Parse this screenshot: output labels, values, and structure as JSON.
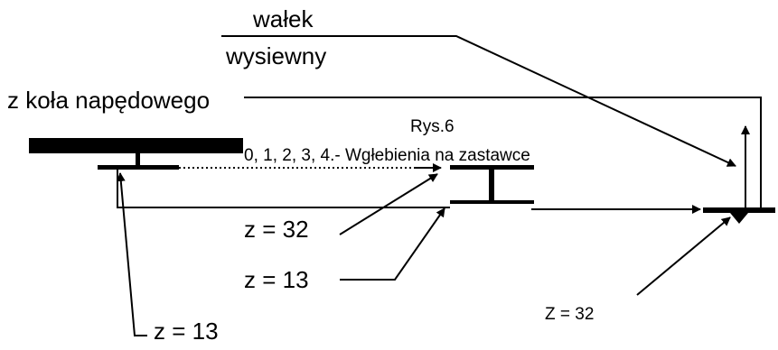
{
  "diagram": {
    "labels": {
      "shaft_line1": "wałek",
      "shaft_line2": "wysiewny",
      "drive_wheel": "z koła napędowego",
      "figure": "Rys.6",
      "notches": "0, 1, 2, 3, 4.- Wgłebienia na zastawce",
      "z32_left": "z = 32",
      "z13_middle": "z = 13",
      "z13_bottom": "z = 13",
      "Z32_right": "Z = 32"
    },
    "colors": {
      "ink": "#000000",
      "background": "#ffffff"
    }
  }
}
